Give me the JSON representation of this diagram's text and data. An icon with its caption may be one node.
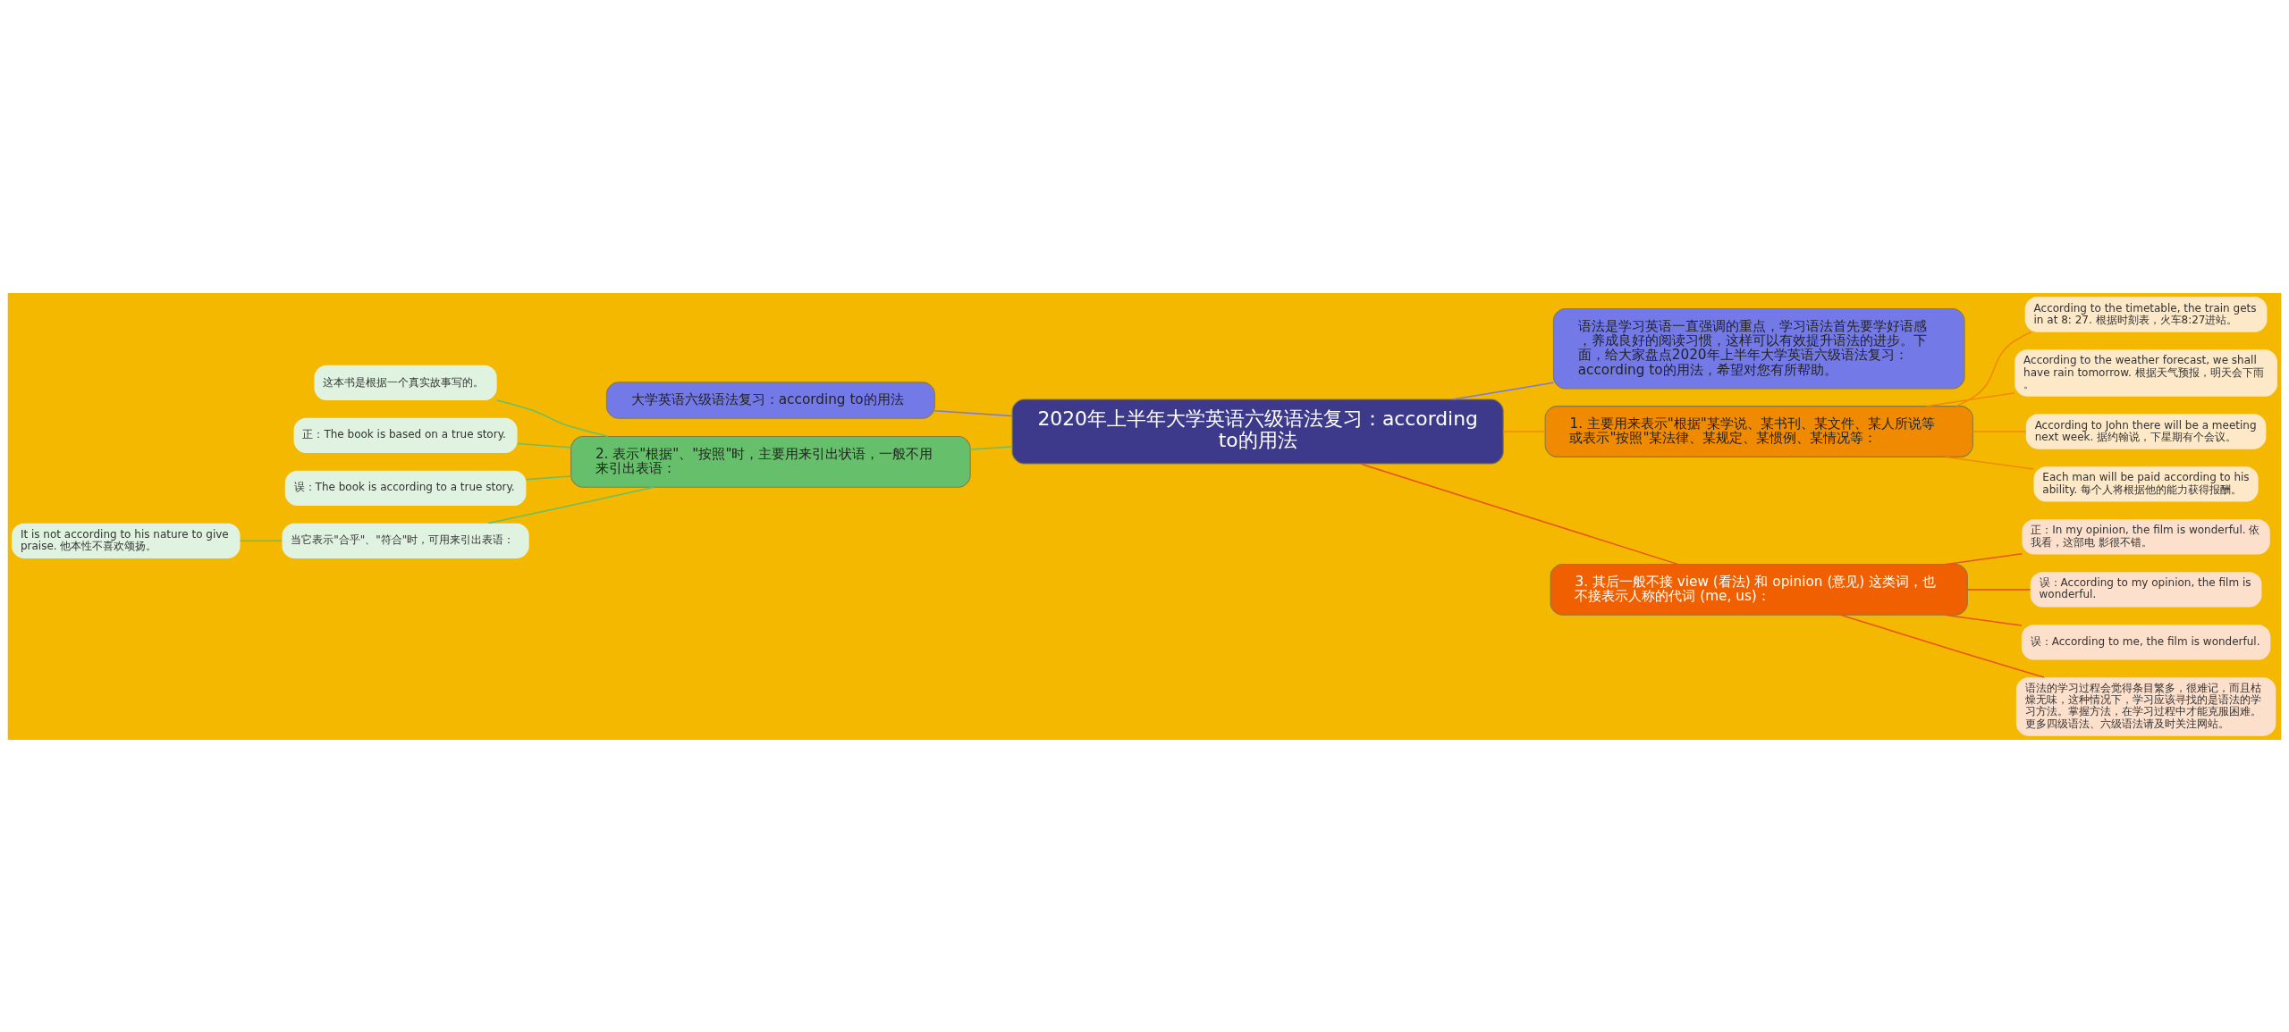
{
  "diagram": {
    "nodes": [
      {
        "text": [
          "2020年上半年大学英语六级语法复习：according to的用法"
        ]
      },
      {
        "text": [
          "语法是学习英语一直强调的重点，学习语法首先要学好语感，养成良好的阅读习惯，这样可以有效提升语法的进步。下面，给大家盘点2020年上半年大学英语六级语法复习：according to的用法，希望对您有所帮助。"
        ]
      },
      {
        "text": [
          "大学英语六级语法复习：according to的用法"
        ]
      },
      {
        "text": [
          "1. 主要用来表示\"根据\"某学说、某书刊、某文件、某人所说等或表示\"按照\"某法律、某规定、某惯例、某情况等："
        ]
      },
      {
        "text": [
          "According to the timetable, the train gets in at 8: 27. 根据时刻表，火车8:27进站。"
        ]
      },
      {
        "text": [
          "According to the weather forecast, we shall have rain tomorrow. 根据天气预报，明天会下雨。"
        ]
      },
      {
        "text": [
          "According to John there will be a meeting next week. 据约翰说，下星期有个会议。"
        ]
      },
      {
        "text": [
          "Each man will be paid according to his ability. 每个人将根据他的能力获得报酬。"
        ]
      },
      {
        "text": [
          "2. 表示\"根据\"、\"按照\"时，主要用来引出状语，一般不用来引出表语："
        ]
      },
      {
        "text": [
          "这本书是根据一个真实故事写的。"
        ]
      },
      {
        "text": [
          "正：The book is based on a true story."
        ]
      },
      {
        "text": [
          "误：The book is according to a true story."
        ]
      },
      {
        "text": [
          "当它表示\"合乎\"、\"符合\"时，可用来引出表语："
        ]
      },
      {
        "text": [
          "It is not according to his nature to give praise. 他本性不喜欢颂扬。"
        ]
      },
      {
        "text": [
          "3. 其后一般不接 view (看法) 和 opinion (意见) 这类词，也不接表示人称的代词 (me, us)："
        ]
      },
      {
        "text": [
          "正：In my opinion, the film is wonderful. 依我看，这部电 影很不错。"
        ]
      },
      {
        "text": [
          "误：According to my opinion, the film is wonderful."
        ]
      },
      {
        "text": [
          "误：According to me, the film is wonderful."
        ]
      },
      {
        "text": [
          "语法的学习过程会觉得条目繁多，很难记，而且枯燥无味，这种情况下，学习应该寻找的是语法的学习方法。掌握方法，在学习过程中才能克服困难。更多四级语法、六级语法请及时关注网站。"
        ]
      }
    ],
    "edges": [
      {
        "from": 0,
        "to": 1,
        "arrow": "none",
        "color": "#7479e8"
      },
      {
        "from": 0,
        "to": 2,
        "arrow": "none",
        "color": "#7479e8"
      },
      {
        "from": 0,
        "to": 3,
        "arrow": "none",
        "color": "#f08a00"
      },
      {
        "from": 3,
        "to": 4,
        "arrow": "none",
        "color": "#f08a00"
      },
      {
        "from": 3,
        "to": 5,
        "arrow": "none",
        "color": "#f08a00"
      },
      {
        "from": 3,
        "to": 6,
        "arrow": "none",
        "color": "#f08a00"
      },
      {
        "from": 3,
        "to": 7,
        "arrow": "none",
        "color": "#f08a00"
      },
      {
        "from": 0,
        "to": 8,
        "arrow": "none",
        "color": "#66bf6a"
      },
      {
        "from": 8,
        "to": 9,
        "arrow": "none",
        "color": "#66bf6a"
      },
      {
        "from": 8,
        "to": 10,
        "arrow": "none",
        "color": "#66bf6a"
      },
      {
        "from": 8,
        "to": 11,
        "arrow": "none",
        "color": "#66bf6a"
      },
      {
        "from": 8,
        "to": 12,
        "arrow": "none",
        "color": "#66bf6a"
      },
      {
        "from": 12,
        "to": 13,
        "arrow": "none",
        "color": "#66bf6a"
      },
      {
        "from": 0,
        "to": 14,
        "arrow": "none",
        "color": "#e8541a"
      },
      {
        "from": 14,
        "to": 15,
        "arrow": "none",
        "color": "#e8541a"
      },
      {
        "from": 14,
        "to": 16,
        "arrow": "none",
        "color": "#e8541a"
      },
      {
        "from": 14,
        "to": 17,
        "arrow": "none",
        "color": "#e8541a"
      },
      {
        "from": 14,
        "to": 18,
        "arrow": "none",
        "color": "#e8541a"
      }
    ]
  }
}
